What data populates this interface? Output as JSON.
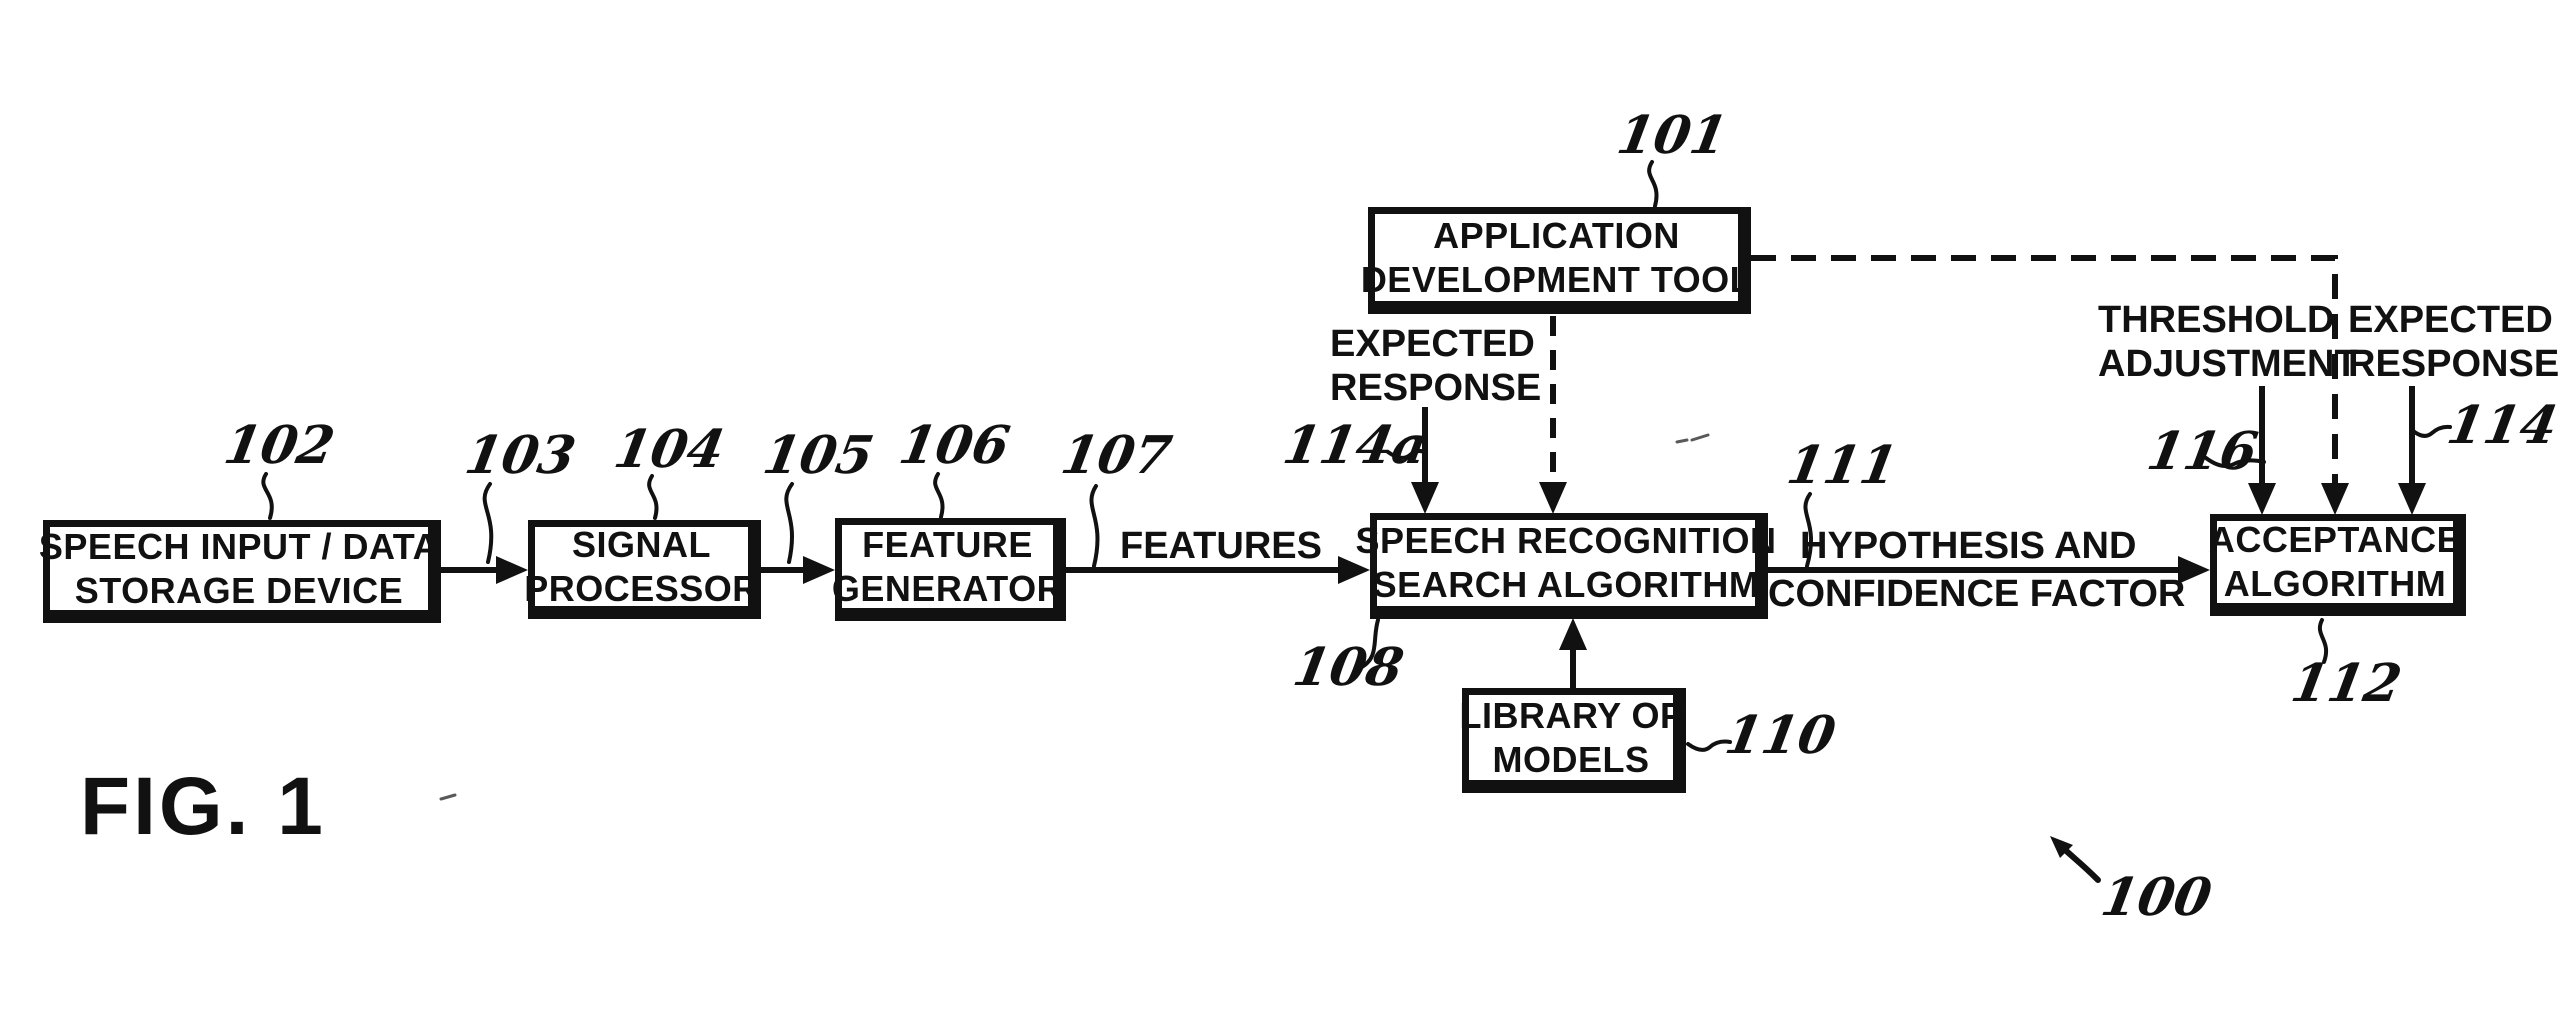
{
  "figure": {
    "label": "FIG. 1",
    "system_ref": "100"
  },
  "boxes": {
    "speech_input": {
      "ref": "102",
      "line1": "SPEECH INPUT / DATA",
      "line2": "STORAGE DEVICE"
    },
    "signal_processor": {
      "ref": "104",
      "line1": "SIGNAL",
      "line2": "PROCESSOR"
    },
    "feature_generator": {
      "ref": "106",
      "line1": "FEATURE",
      "line2": "GENERATOR"
    },
    "app_dev_tool": {
      "ref": "101",
      "line1": "APPLICATION",
      "line2": "DEVELOPMENT TOOL"
    },
    "speech_recognition": {
      "ref": "108",
      "line1": "SPEECH RECOGNITION",
      "line2": "SEARCH ALGORITHM"
    },
    "library_models": {
      "ref": "110",
      "line1": "LIBRARY OF",
      "line2": "MODELS"
    },
    "acceptance": {
      "ref": "112",
      "line1": "ACCEPTANCE",
      "line2": "ALGORITHM"
    }
  },
  "signals": {
    "features": "FEATURES",
    "hypothesis": {
      "ref": "111",
      "line1": "HYPOTHESIS AND",
      "line2": "CONFIDENCE FACTOR"
    },
    "expected_response_left": {
      "ref": "114a",
      "line1": "EXPECTED",
      "line2": "RESPONSE"
    },
    "threshold_adjustment": {
      "ref": "116",
      "line1": "THRESHOLD",
      "line2": "ADJUSTMENT"
    },
    "expected_response_right": {
      "ref": "114",
      "line1": "EXPECTED",
      "line2": "RESPONSE"
    }
  },
  "arrow_refs": {
    "speech_to_signal": "103",
    "signal_to_feature": "105",
    "feature_to_search": "107"
  },
  "colors": {
    "ink": "#111111",
    "background": "#ffffff"
  }
}
